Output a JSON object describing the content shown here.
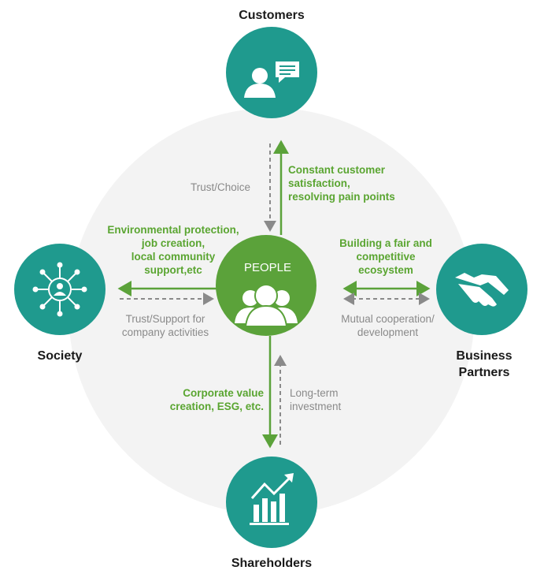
{
  "center": {
    "label": "PEOPLE",
    "icon": "people-group-icon"
  },
  "nodes": {
    "customers": {
      "label": "Customers",
      "icon": "customer-chat-icon"
    },
    "society": {
      "label": "Society",
      "icon": "network-person-icon"
    },
    "partners": {
      "label_line1": "Business",
      "label_line2": "Partners",
      "icon": "handshake-icon"
    },
    "shareholders": {
      "label": "Shareholders",
      "icon": "growth-chart-icon"
    }
  },
  "flows": {
    "customers_in": "Trust/Choice",
    "customers_out": [
      "Constant customer",
      "satisfaction,",
      "resolving pain points"
    ],
    "society_out": [
      "Environmental protection,",
      "job creation,",
      "local community",
      "support,etc"
    ],
    "society_in": [
      "Trust/Support for",
      "company activities"
    ],
    "partners_out": [
      "Building a fair and",
      "competitive",
      "ecosystem"
    ],
    "partners_in": [
      "Mutual cooperation/",
      "development"
    ],
    "shareholders_out": [
      "Corporate value",
      "creation, ESG, etc."
    ],
    "shareholders_in": [
      "Long-term",
      "investment"
    ]
  },
  "colors": {
    "teal": "#1f9a8e",
    "green": "#5ba23a",
    "text_green": "#5aa531",
    "gray": "#8a8a8a",
    "bg_circle": "#f3f3f3"
  }
}
